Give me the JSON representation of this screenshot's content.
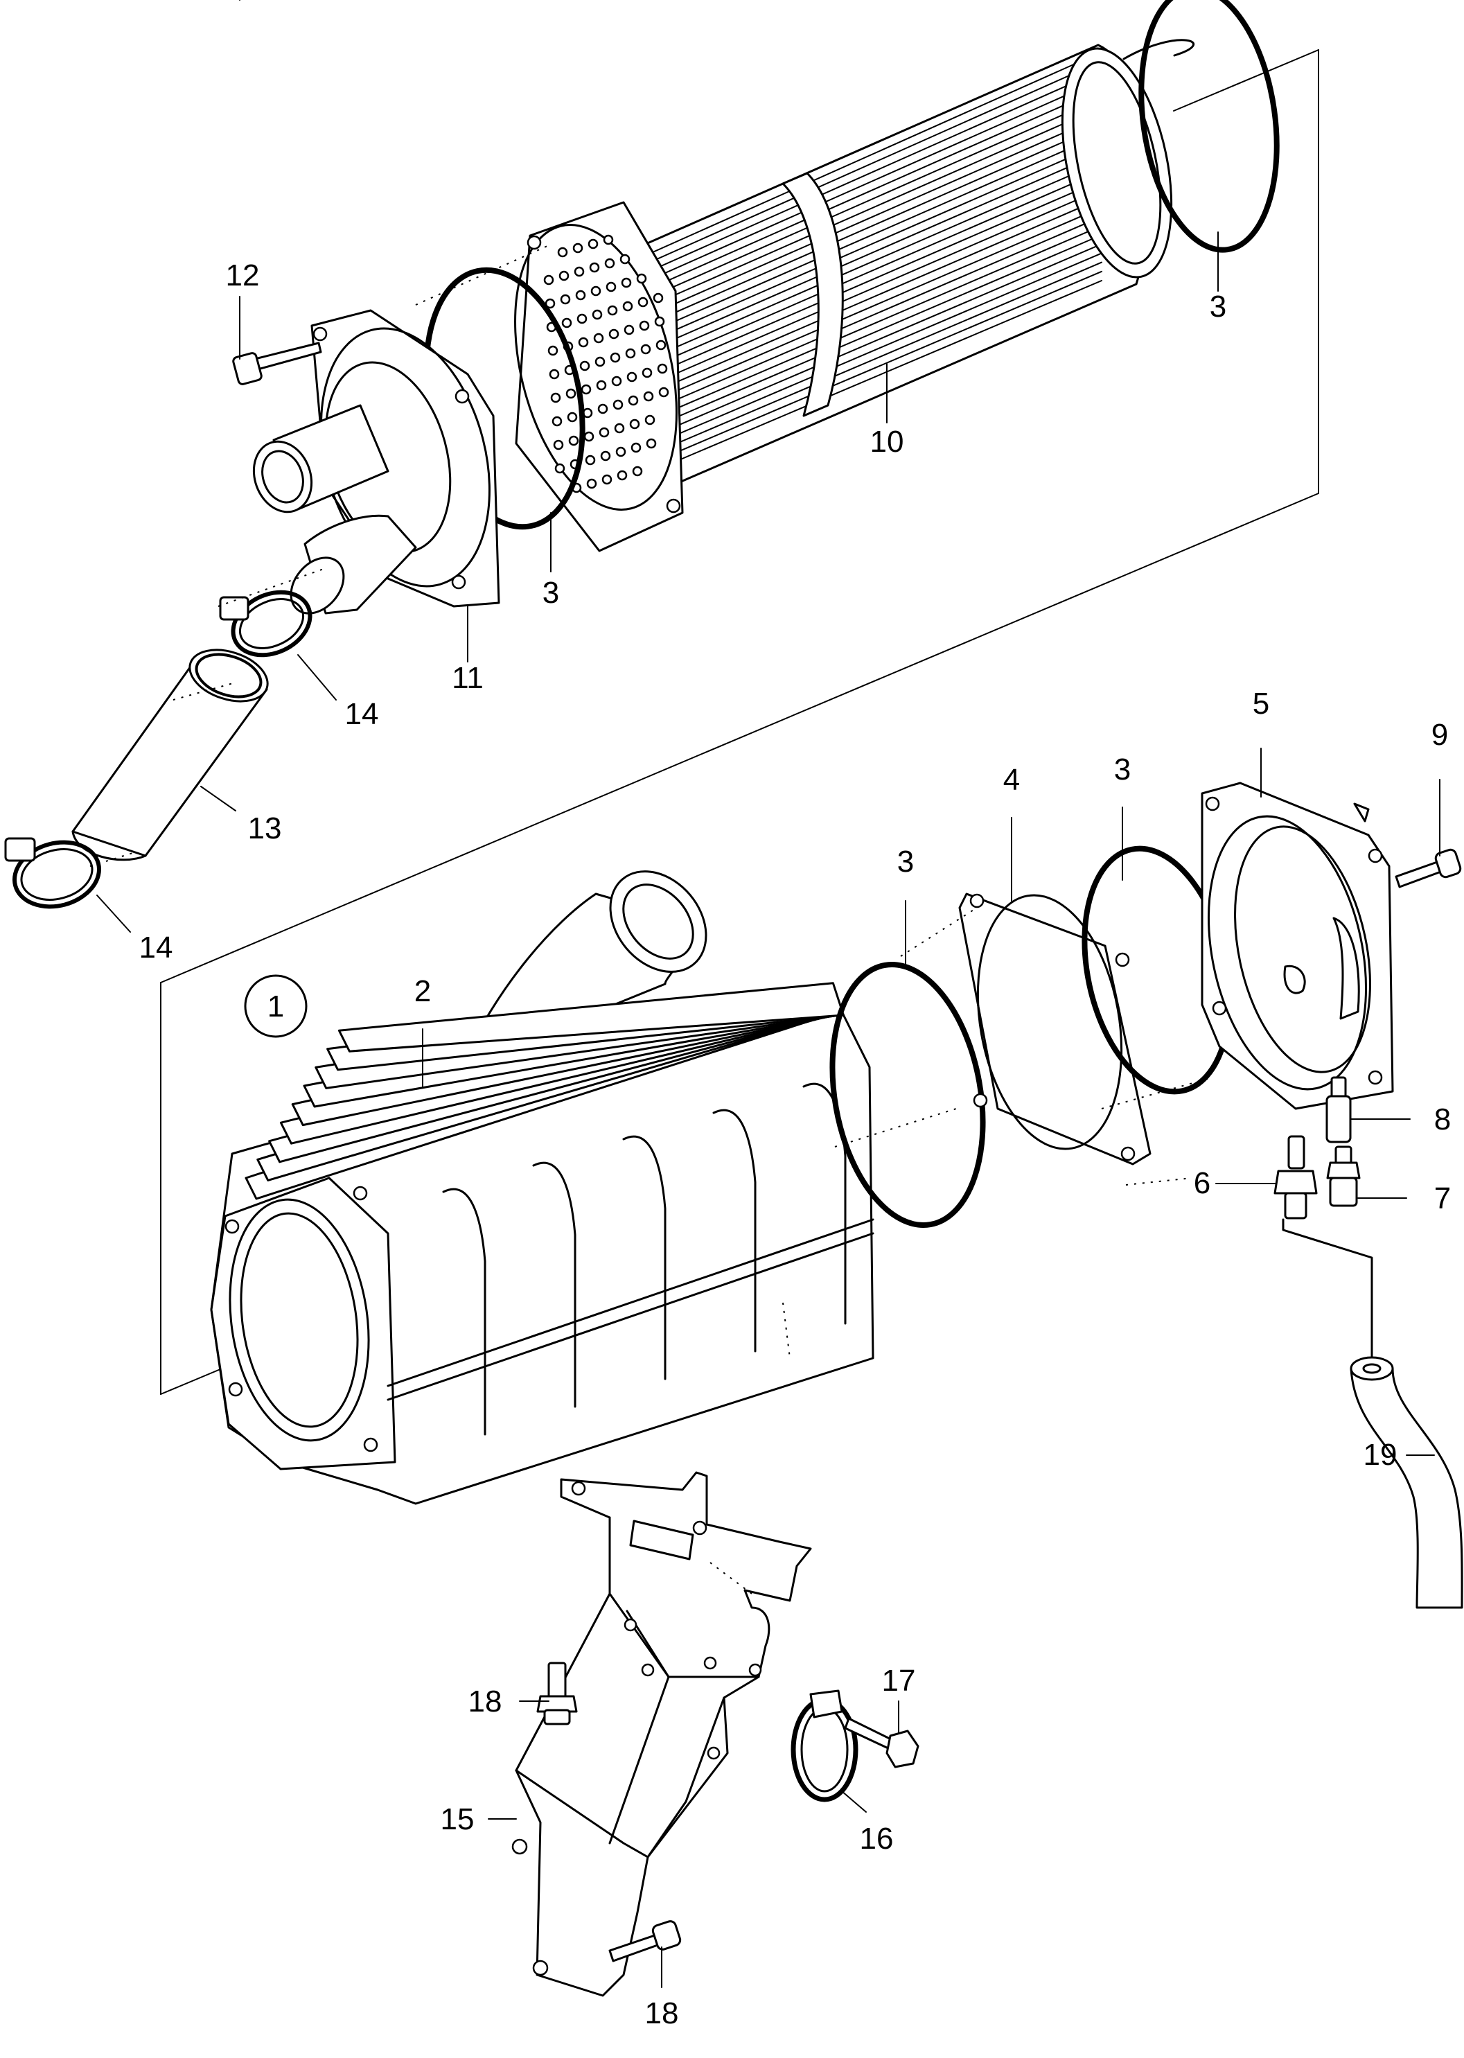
{
  "callouts": [
    {
      "id": "12",
      "label": "12"
    },
    {
      "id": "3a",
      "label": "3"
    },
    {
      "id": "10",
      "label": "10"
    },
    {
      "id": "3b",
      "label": "3"
    },
    {
      "id": "11",
      "label": "11"
    },
    {
      "id": "14a",
      "label": "14"
    },
    {
      "id": "13",
      "label": "13"
    },
    {
      "id": "14b",
      "label": "14"
    },
    {
      "id": "5",
      "label": "5"
    },
    {
      "id": "9",
      "label": "9"
    },
    {
      "id": "4",
      "label": "4"
    },
    {
      "id": "3c",
      "label": "3"
    },
    {
      "id": "3d",
      "label": "3"
    },
    {
      "id": "2",
      "label": "2"
    },
    {
      "id": "8",
      "label": "8"
    },
    {
      "id": "6",
      "label": "6"
    },
    {
      "id": "7",
      "label": "7"
    },
    {
      "id": "19",
      "label": "19"
    },
    {
      "id": "17",
      "label": "17"
    },
    {
      "id": "18a",
      "label": "18"
    },
    {
      "id": "15",
      "label": "15"
    },
    {
      "id": "16",
      "label": "16"
    },
    {
      "id": "18b",
      "label": "18"
    }
  ],
  "group_marker": {
    "label": "1"
  }
}
